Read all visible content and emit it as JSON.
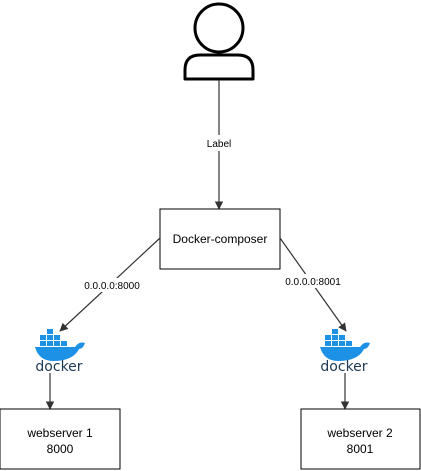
{
  "diagram": {
    "user": {
      "icon": "user-icon"
    },
    "edges": {
      "user_to_composer": {
        "label": "Label"
      },
      "composer_to_docker1": {
        "label": "0.0.0.0:8000"
      },
      "composer_to_docker2": {
        "label": "0.0.0.0:8001"
      }
    },
    "composer": {
      "label": "Docker-composer"
    },
    "docker_logos": [
      {
        "word": "docker",
        "icon": "docker-whale-icon"
      },
      {
        "word": "docker",
        "icon": "docker-whale-icon"
      }
    ],
    "webservers": [
      {
        "name": "webserver 1",
        "port": "8000"
      },
      {
        "name": "webserver 2",
        "port": "8001"
      }
    ],
    "colors": {
      "stroke": "#000000",
      "arrow": "#333333",
      "docker_blue": "#1d91e6",
      "docker_dark": "#1d3b55"
    }
  }
}
